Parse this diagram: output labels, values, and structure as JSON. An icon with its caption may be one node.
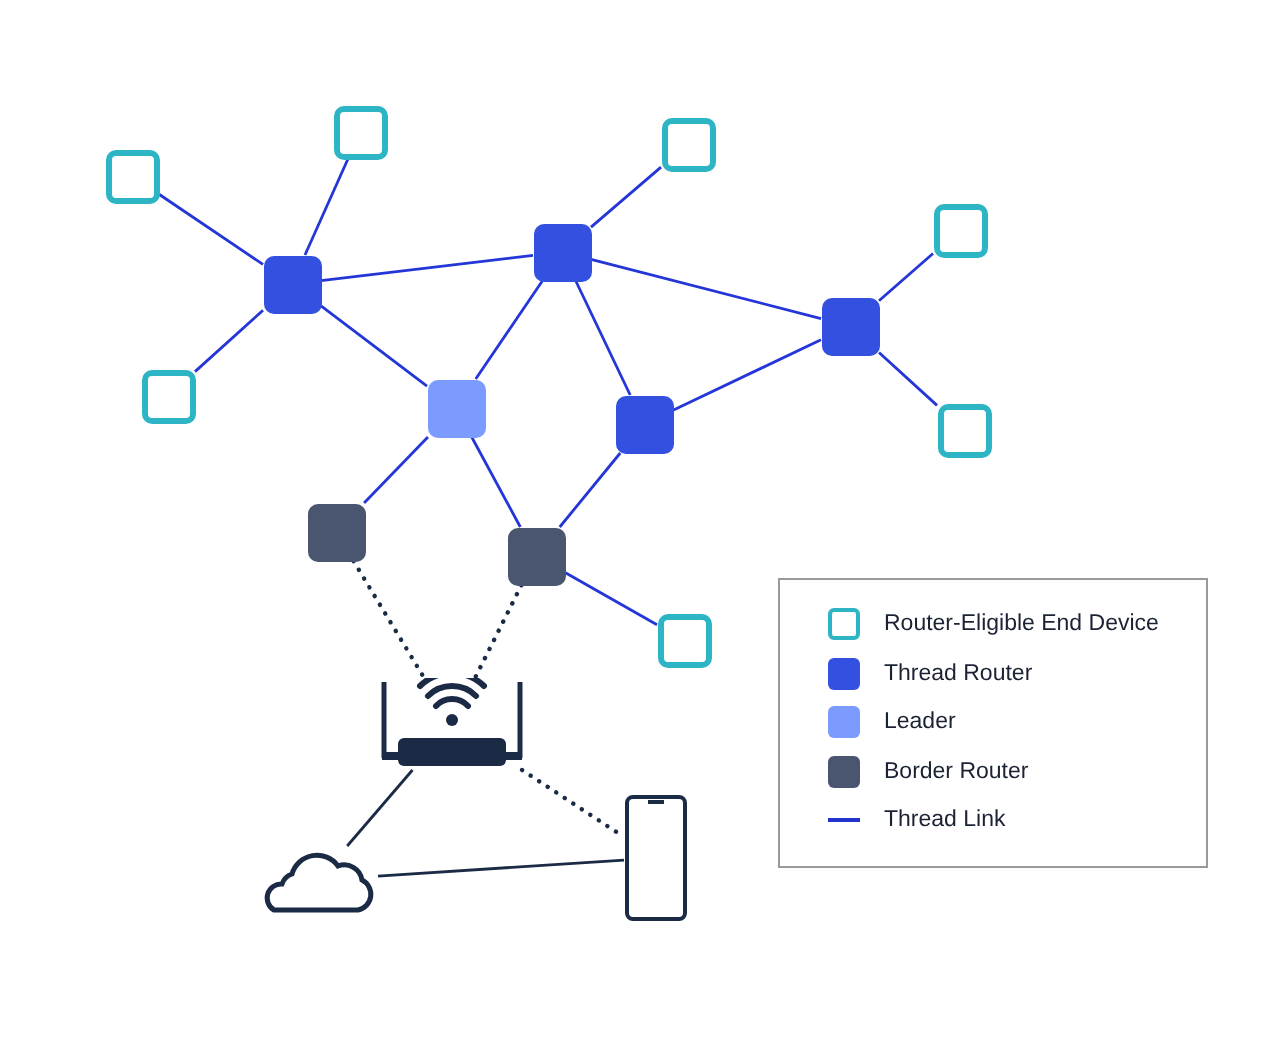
{
  "diagram": {
    "nodes": [
      {
        "text": [],
        "shape": "box"
      },
      {
        "text": [],
        "shape": "box"
      },
      {
        "text": [],
        "shape": "box"
      },
      {
        "text": [],
        "shape": "box"
      },
      {
        "text": [],
        "shape": "box"
      },
      {
        "text": [],
        "shape": "box"
      },
      {
        "text": [],
        "shape": "box"
      },
      {
        "text": [],
        "shape": "box"
      },
      {
        "text": [],
        "shape": "box"
      },
      {
        "text": [],
        "shape": "box"
      },
      {
        "text": [],
        "shape": "box"
      },
      {
        "text": [],
        "shape": "box"
      },
      {
        "text": [],
        "shape": "box"
      },
      {
        "text": [],
        "shape": "box"
      },
      {
        "text": [],
        "shape": "picture"
      },
      {
        "text": [],
        "shape": "cloud"
      },
      {
        "text": [],
        "shape": "picture"
      }
    ],
    "edges": [
      {
        "from": 0,
        "to": 4,
        "arrow": "none"
      },
      {
        "from": 1,
        "to": 4,
        "arrow": "none"
      },
      {
        "from": 7,
        "to": 4,
        "arrow": "none"
      },
      {
        "from": 4,
        "to": 5,
        "arrow": "none"
      },
      {
        "from": 4,
        "to": 8,
        "arrow": "none"
      },
      {
        "from": 5,
        "to": 2,
        "arrow": "none"
      },
      {
        "from": 5,
        "to": 6,
        "arrow": "none"
      },
      {
        "from": 5,
        "to": 8,
        "arrow": "none"
      },
      {
        "from": 5,
        "to": 9,
        "arrow": "none"
      },
      {
        "from": 6,
        "to": 3,
        "arrow": "none"
      },
      {
        "from": 6,
        "to": 10,
        "arrow": "none"
      },
      {
        "from": 6,
        "to": 9,
        "arrow": "none"
      },
      {
        "from": 9,
        "to": 12,
        "arrow": "none"
      },
      {
        "from": 8,
        "to": 11,
        "arrow": "none"
      },
      {
        "from": 8,
        "to": 12,
        "arrow": "none"
      },
      {
        "from": 12,
        "to": 13,
        "arrow": "none"
      },
      {
        "from": 11,
        "to": 14,
        "arrow": "none",
        "style": "dashed",
        "color": "#1b2a45"
      },
      {
        "from": 12,
        "to": 14,
        "arrow": "none",
        "style": "dashed",
        "color": "#1b2a45"
      },
      {
        "from": 14,
        "to": 16,
        "arrow": "none",
        "style": "dashed",
        "color": "#1b2a45"
      },
      {
        "from": 14,
        "to": 15,
        "arrow": "none",
        "color": "#1b2a45"
      },
      {
        "from": 15,
        "to": 16,
        "arrow": "none",
        "color": "#1b2a45"
      }
    ],
    "legend": [
      {
        "text": "Router-Eligible End Device"
      },
      {
        "text": "Thread Router",
        "color": "#3350e0"
      },
      {
        "text": "Leader",
        "color": "#7b9bff"
      },
      {
        "text": "Border Router",
        "color": "#4a5670"
      },
      {
        "text": "Thread Link"
      }
    ]
  }
}
